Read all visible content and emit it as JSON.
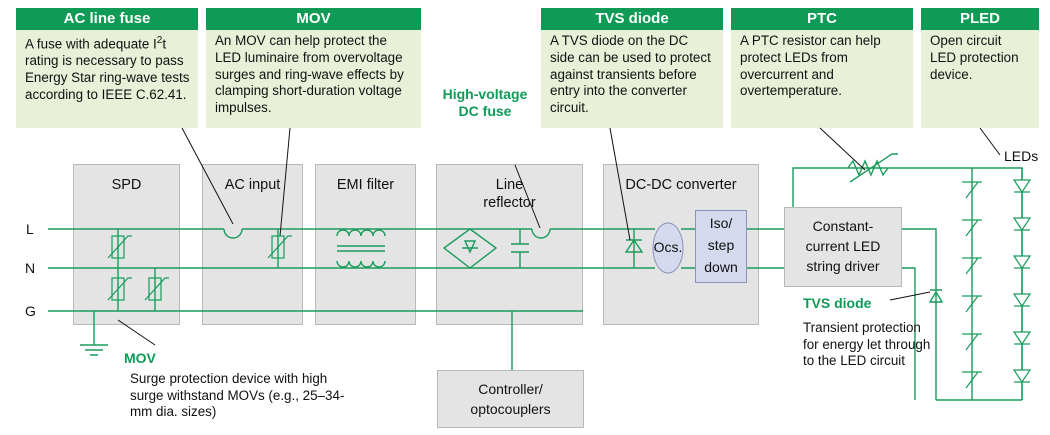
{
  "callouts": {
    "ac_fuse": {
      "title": "AC line fuse",
      "text_before": "A fuse with adequate I",
      "superscript": "2",
      "text_after": "t rating is necessary to pass Energy Star ring-wave tests according to IEEE C.62.41."
    },
    "mov": {
      "title": "MOV",
      "text": "An MOV can help protect the LED luminaire from overvoltage surges and ring-wave effects by clamping short-duration voltage impulses."
    },
    "tvs": {
      "title": "TVS diode",
      "text": "A TVS diode on the DC side can be used to protect against transients before entry into the converter circuit."
    },
    "ptc": {
      "title": "PTC",
      "text": "A PTC resistor can help protect LEDs from overcurrent and overtemperature."
    },
    "pled": {
      "title": "PLED",
      "text": "Open circuit LED protection device."
    }
  },
  "blocks": {
    "spd": "SPD",
    "ac_input": "AC input",
    "emi": "EMI filter",
    "reflector_line1": "Line",
    "reflector_line2": "reflector",
    "dcdc": "DC-DC converter",
    "ocs": "Ocs.",
    "iso_line1": "Iso/",
    "iso_line2": "step",
    "iso_line3": "down",
    "driver_line1": "Constant-",
    "driver_line2": "current LED",
    "driver_line3": "string driver",
    "controller_line1": "Controller/",
    "controller_line2": "optocouplers"
  },
  "lines": {
    "l": "L",
    "n": "N",
    "g": "G"
  },
  "labels": {
    "hv_fuse_line1": "High-voltage",
    "hv_fuse_line2": "DC fuse",
    "mov_bottom": "MOV",
    "mov_note": "Surge protection device with high surge withstand MOVs (e.g., 25–34-mm dia. sizes)",
    "tvs_bottom": "TVS diode",
    "tvs_note": "Transient protection for energy let through to the LED circuit",
    "leds": "LEDs"
  },
  "colors": {
    "accent": "#0f9a55",
    "callout_bg": "#e8f0d8",
    "block_bg": "#e4e4e4",
    "wire": "#1a9c5c",
    "ocs_fill": "#d4d9ee"
  }
}
